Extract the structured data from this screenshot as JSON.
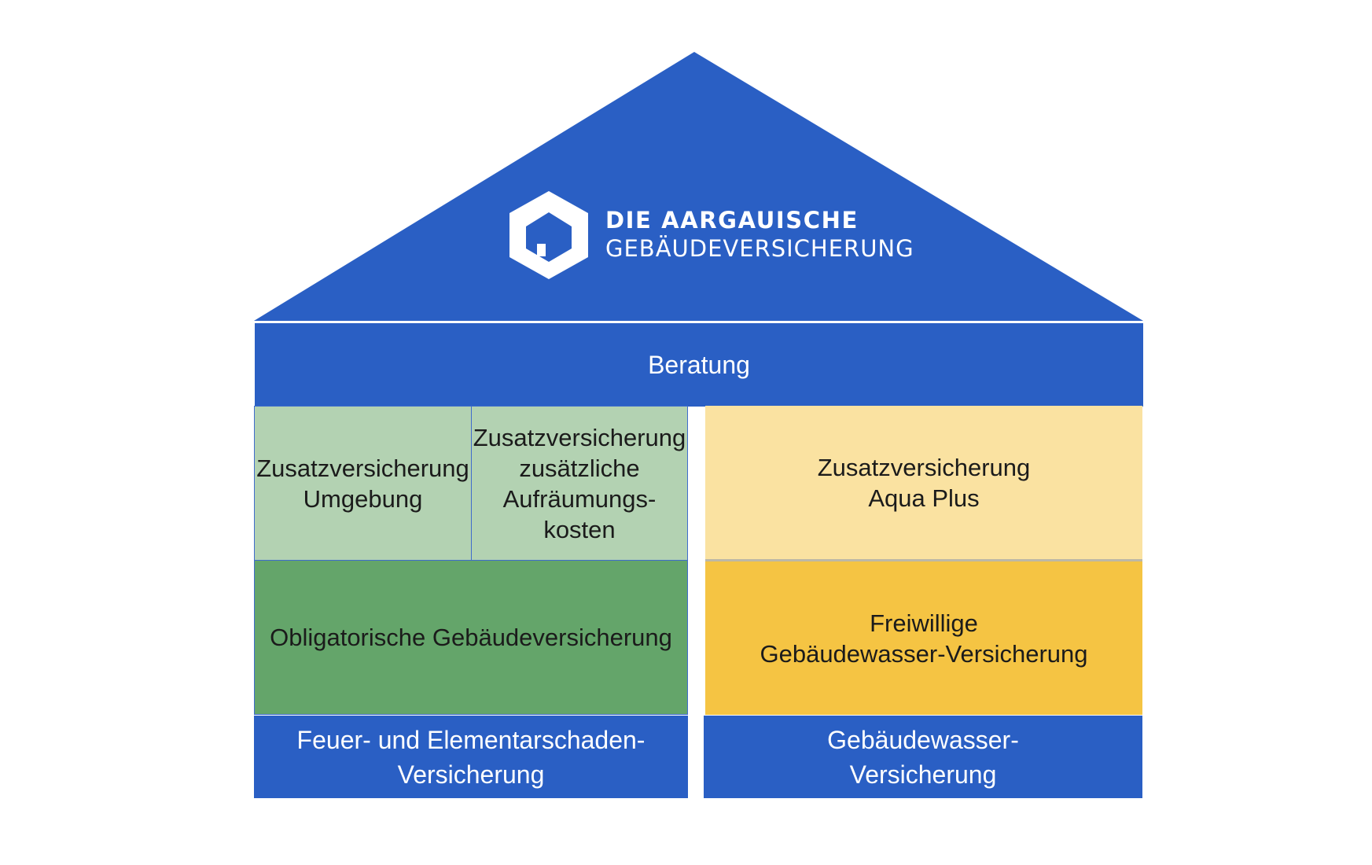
{
  "logo": {
    "line1": "DIE AARGAUISCHE",
    "line2": "GEBÄUDEVERSICHERUNG"
  },
  "beratung": "Beratung",
  "left_column": {
    "top_left": "Zusatzversicherung\nUmgebung",
    "top_right": "Zusatzversicherung\nzusätzliche\nAufräumungs-\nkosten",
    "main": "Obligatorische Gebäudeversicherung",
    "foundation": "Feuer- und Elementarschaden-\nVersicherung"
  },
  "right_column": {
    "top": "Zusatzversicherung\nAqua Plus",
    "main": "Freiwillige\nGebäudewasser-Versicherung",
    "foundation": "Gebäudewasser-\nVersicherung"
  },
  "colors": {
    "blue": "#2a5fc4",
    "light_green": "#b3d2b2",
    "dark_green": "#64a56a",
    "light_yellow": "#fae2a1",
    "dark_yellow": "#f5c443"
  }
}
